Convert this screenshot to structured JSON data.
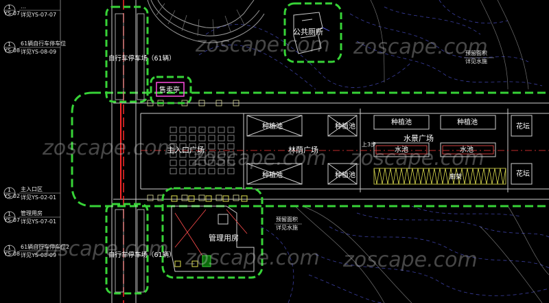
{
  "watermark": "zoscape.com",
  "left_notes": [
    {
      "num": "1",
      "sheet": "YS-07",
      "title": "…",
      "ref": "详见YS-07-07"
    },
    {
      "num": "1",
      "sheet": "YS-08",
      "title": "61辆自行车停车位",
      "ref": "详见YS-08-09"
    },
    {
      "num": "1",
      "sheet": "YS-02",
      "title": "主入口区",
      "ref": "详见YS-02-01"
    },
    {
      "num": "1",
      "sheet": "YS-07",
      "title": "管理用房",
      "ref": "详见YS-07-01"
    },
    {
      "num": "1",
      "sheet": "YS-08",
      "title": "61辆自行车停车位2",
      "ref": "详见YS-08-09"
    }
  ],
  "labels": {
    "bike_parking_top": "自行车停车场（61辆）",
    "bike_parking_bottom": "自行车停车场（61辆）",
    "public_toilet": "公共厕所",
    "kiosk": "售卖亭",
    "main_plaza": "主入口广场",
    "grove_plaza": "林荫广场",
    "water_plaza": "水景广场",
    "planter_1": "种植池",
    "planter_2": "种植池",
    "planter_3": "种植池",
    "planter_4": "种植池",
    "planter_5": "种植池",
    "planter_6": "种植池",
    "pool_1": "水池",
    "pool_2": "水池",
    "flower_1": "花坛",
    "flower_2": "花坛",
    "trellis": "廊架",
    "mgmt_building": "管理用房",
    "step": "上3步"
  },
  "right_notes": [
    {
      "line1": "预留面积",
      "line2": "详见水施"
    },
    {
      "line1": "预留面积",
      "line2": "详见水施"
    }
  ]
}
